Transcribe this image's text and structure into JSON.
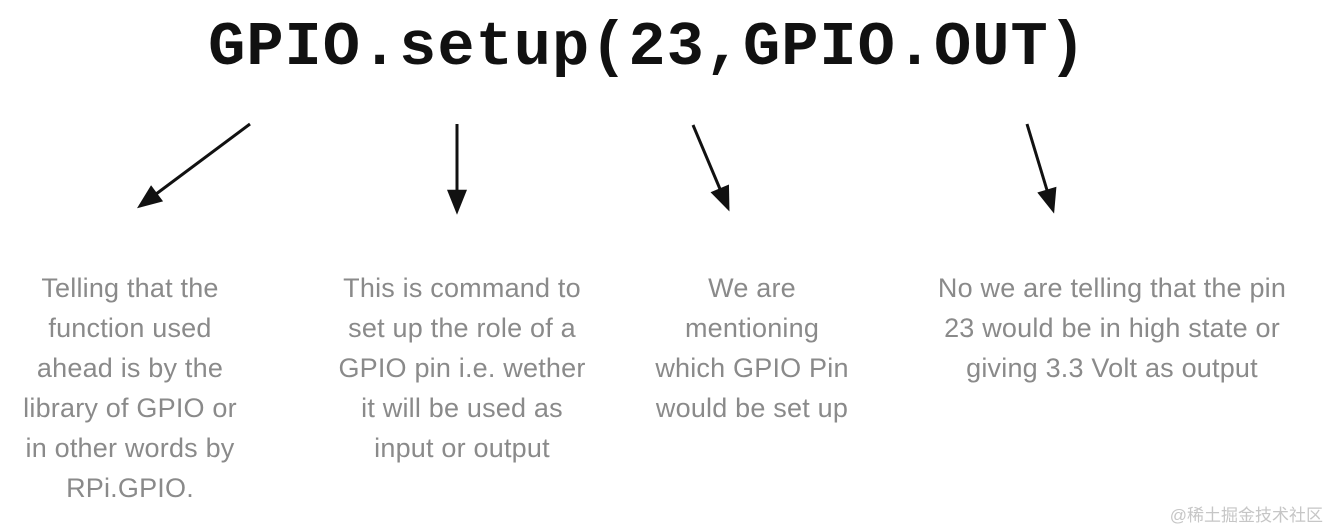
{
  "title": {
    "code": "GPIO.setup(23,GPIO.OUT)"
  },
  "annotations": [
    {
      "points_to": "GPIO",
      "text": "Telling that the\nfunction used\nahead is by the\nlibrary of GPIO or\nin other words by\nRPi.GPIO."
    },
    {
      "points_to": "setup",
      "text": "This is command to\nset up the role of a\nGPIO pin i.e. wether\nit will be used as\ninput or output"
    },
    {
      "points_to": "23",
      "text": "We are\nmentioning\nwhich GPIO Pin\nwould be set up"
    },
    {
      "points_to": "GPIO.OUT",
      "text": "No we are telling that the pin\n23 would be in high state or\ngiving 3.3 Volt as output"
    }
  ],
  "watermark": {
    "text": "@稀土掘金技术社区"
  },
  "colors": {
    "background": "#ffffff",
    "title": "#111111",
    "arrow": "#111111",
    "body": "#8a8a8a",
    "watermark": "#c6c6c6"
  }
}
